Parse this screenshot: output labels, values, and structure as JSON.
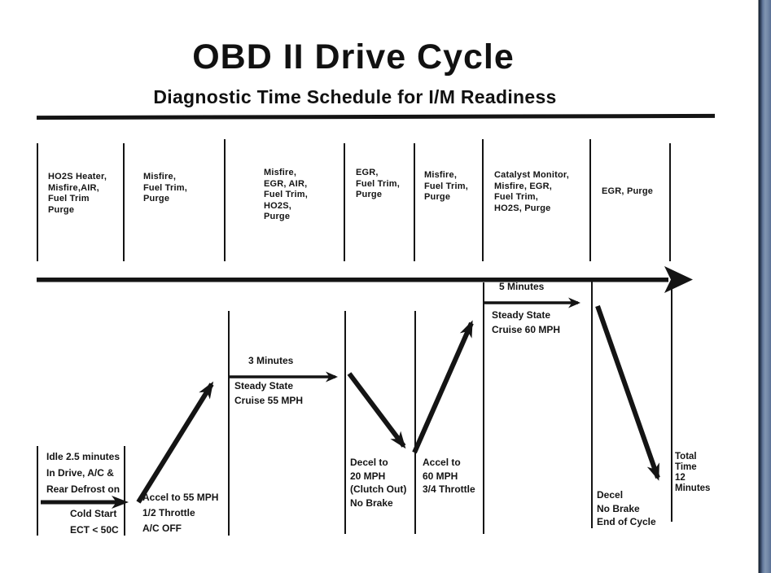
{
  "page": {
    "title": "OBD II Drive Cycle",
    "subtitle": "Diagnostic Time Schedule for I/M Readiness"
  },
  "monitors": [
    "HO2S Heater,\nMisfire,AIR,\nFuel Trim\nPurge",
    "Misfire,\nFuel Trim,\nPurge",
    "Misfire,\nEGR, AIR,\nFuel Trim,\nHO2S,\nPurge",
    "EGR,\nFuel Trim,\nPurge",
    "Misfire,\nFuel Trim,\nPurge",
    "Catalyst Monitor,\nMisfire, EGR,\nFuel Trim,\nHO2S, Purge",
    "EGR, Purge"
  ],
  "phases": {
    "idle": "Idle 2.5 minutes\nIn Drive, A/C &\nRear Defrost on",
    "cold_start": "Cold Start\nECT < 50C",
    "accel_55": "Accel to 55 MPH\n1/2 Throttle\nA/C OFF",
    "cruise_55_time": "3 Minutes",
    "cruise_55": "Steady State\nCruise 55 MPH",
    "decel_20": "Decel to\n20 MPH\n(Clutch Out)\nNo Brake",
    "accel_60": "Accel to\n60 MPH\n3/4 Throttle",
    "cruise_60_time": "5 Minutes",
    "cruise_60": "Steady State\nCruise 60 MPH",
    "decel_end": "Decel\nNo Brake\nEnd of Cycle",
    "total_time": "Total\nTime\n12\nMinutes"
  },
  "colors": {
    "ink": "#141414",
    "edge_dark": "#16202e",
    "edge_blue": "#7489a9"
  }
}
